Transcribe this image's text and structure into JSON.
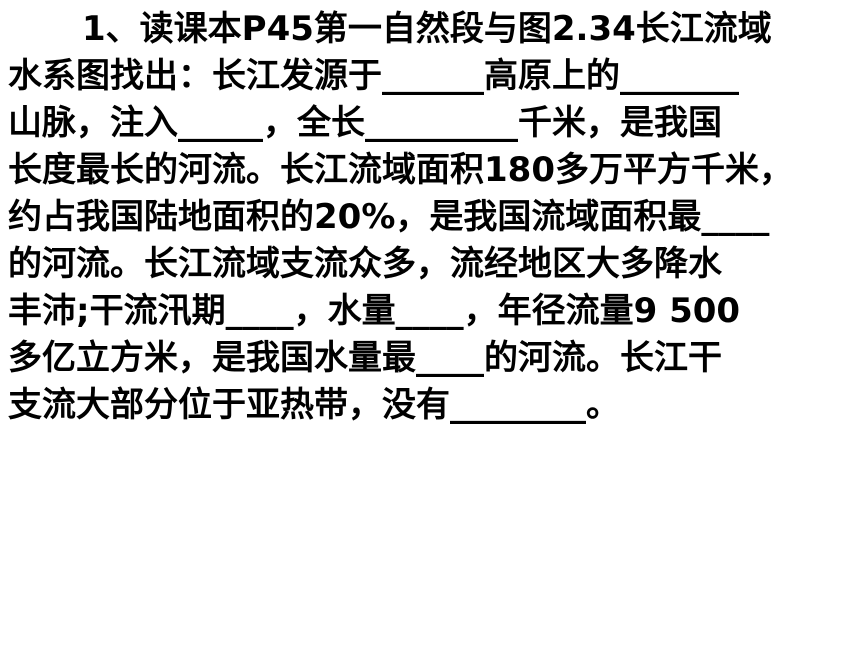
{
  "question": {
    "lines": [
      "1、读课本P45第一自然段与图2.34长江流域",
      "水系图找出：长江发源于______高原上的_______",
      "山脉，注入_____，全长_________千米，是我国",
      "长度最长的河流。长江流域面积180多万平方千米，",
      "约占我国陆地面积的20%，是我国流域面积最____",
      "的河流。长江流域支流众多，流经地区大多降水",
      "丰沛;干流汛期____，水量____，年径流量9 500",
      "多亿立方米，是我国水量最____的河流。长江干",
      "支流大部分位于亚热带，没有________。"
    ]
  },
  "colors": {
    "text": "#000000",
    "background": "#ffffff"
  }
}
